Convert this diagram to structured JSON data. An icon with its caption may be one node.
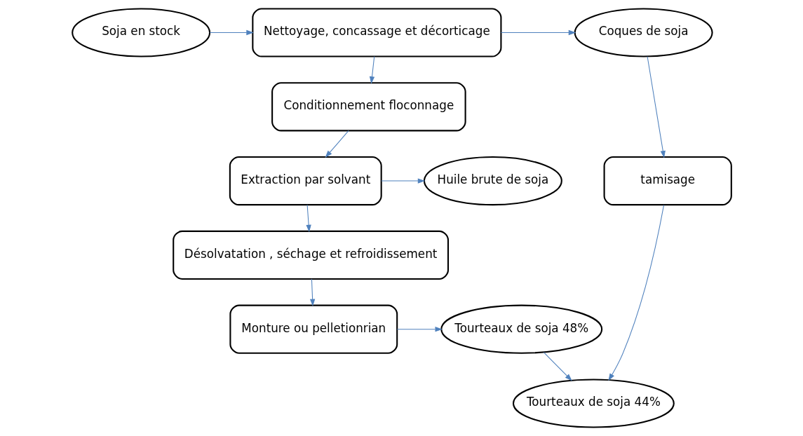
{
  "diagram": {
    "nodes": [
      {
        "text": [
          "Nettoyage, concassage et décorticage"
        ]
      },
      {
        "text": [
          "Soja en stock"
        ]
      },
      {
        "text": [
          "Coques de soja"
        ]
      },
      {
        "text": [
          "Conditionnement floconnage"
        ]
      },
      {
        "text": [
          "tamisage"
        ]
      },
      {
        "text": [
          "Huile brute de soja"
        ]
      },
      {
        "text": [
          "Extraction par solvant"
        ]
      },
      {
        "text": [
          "Tourteaux de soja 44%"
        ]
      },
      {
        "text": [
          "Désolvatation , séchage et refroidissement"
        ]
      },
      {
        "text": [
          "Monture ou pelletionrian"
        ]
      },
      {
        "text": [
          "Tourteaux de soja 48%"
        ]
      }
    ],
    "edges": [
      {
        "from": 1,
        "to": 0,
        "arrow": "to"
      },
      {
        "from": 0,
        "to": 2,
        "arrow": "to"
      },
      {
        "from": 0,
        "to": 3,
        "arrow": "to"
      },
      {
        "from": 2,
        "to": 4,
        "arrow": "to"
      },
      {
        "from": 3,
        "to": 6,
        "arrow": "to"
      },
      {
        "from": 6,
        "to": 5,
        "arrow": "to"
      },
      {
        "from": 4,
        "to": 7,
        "arrow": "to"
      },
      {
        "from": 6,
        "to": 8,
        "arrow": "to"
      },
      {
        "from": 8,
        "to": 9,
        "arrow": "to"
      },
      {
        "from": 9,
        "to": 10,
        "arrow": "to"
      },
      {
        "from": 10,
        "to": 7,
        "arrow": "to"
      }
    ]
  }
}
